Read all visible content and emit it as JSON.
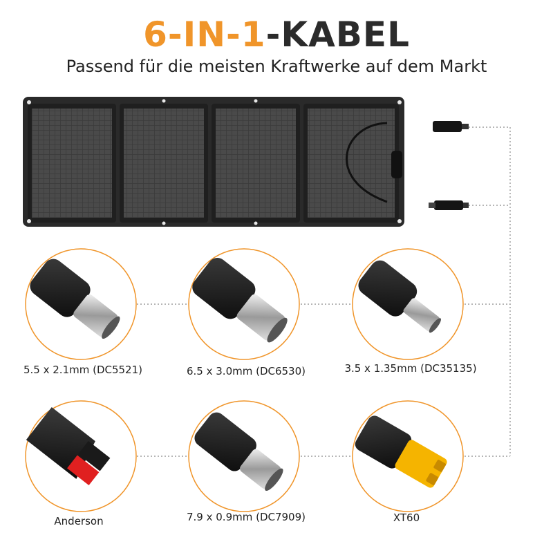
{
  "header": {
    "title_accent": "6-IN-1",
    "title_rest": "-KABEL",
    "subtitle": "Passend für die meisten Kraftwerke auf dem Markt"
  },
  "connectors": [
    {
      "label": "5.5 x 2.1mm (DC5521)"
    },
    {
      "label": "6.5 x 3.0mm (DC6530)"
    },
    {
      "label": "3.5 x 1.35mm (DC35135)"
    },
    {
      "label": "Anderson"
    },
    {
      "label": "7.9 x 0.9mm (DC7909)"
    },
    {
      "label": "XT60"
    }
  ],
  "colors": {
    "accent": "#f0952a",
    "panel": "#2e2e2e",
    "anderson_red": "#e02020",
    "xt60_yellow": "#f5b400"
  }
}
